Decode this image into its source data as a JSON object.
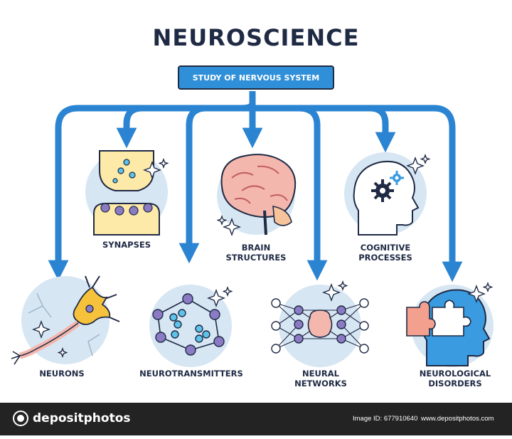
{
  "title": "NEUROSCIENCE",
  "root": "STUDY OF NERVOUS SYSTEM",
  "nodes": {
    "synapses": "SYNAPSES",
    "brain_structures": "BRAIN\nSTRUCTURES",
    "cognitive_processes": "COGNITIVE\nPROCESSES",
    "neurons": "NEURONS",
    "neurotransmitters": "NEUROTRANSMITTERS",
    "neural_networks": "NEURAL\nNETWORKS",
    "neurological_disorders": "NEUROLOGICAL\nDISORDERS"
  },
  "icons": {
    "synapses": "synapse-icon",
    "brain_structures": "brain-icon",
    "cognitive_processes": "head-gear-icon",
    "neurons": "neuron-icon",
    "neurotransmitters": "molecule-icon",
    "neural_networks": "network-icon",
    "neurological_disorders": "puzzle-head-icon",
    "sparkle": "sparkle-icon"
  },
  "colors": {
    "arrow": "#2b84d2",
    "circle": "#d7e6f3",
    "outline": "#1f2a44",
    "footer": "#232323"
  },
  "footer": {
    "brand": "depositphotos",
    "image_id": "Image ID: 677910640",
    "site": "www.depositphotos.com"
  }
}
